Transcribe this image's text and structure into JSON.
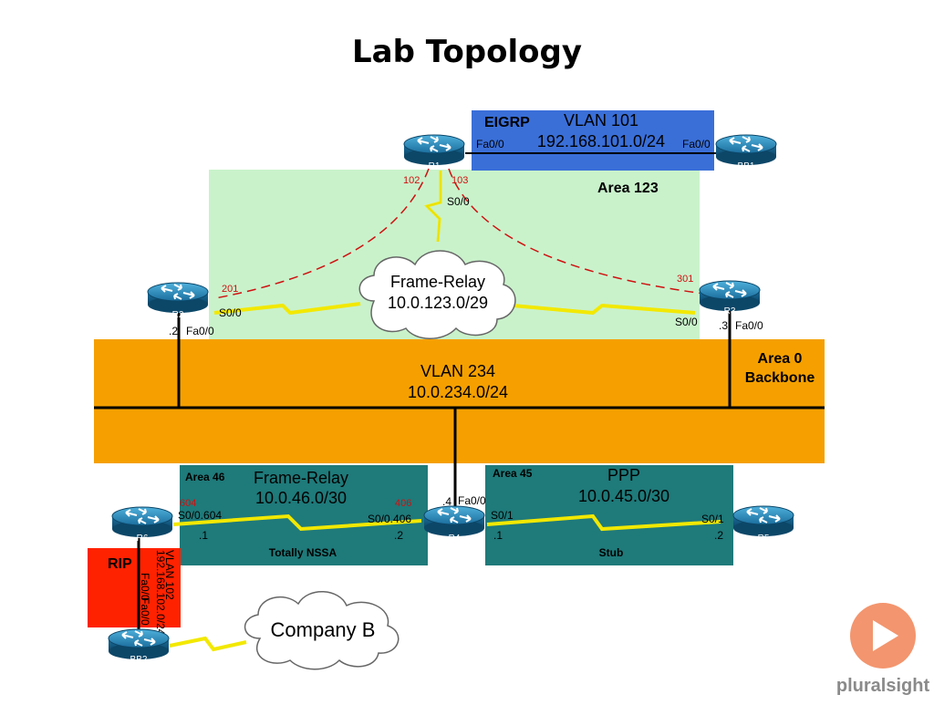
{
  "title": "Lab Topology",
  "colors": {
    "eigrp": "#3a6fd8",
    "area123": "#c9f2cb",
    "backbone": "#f5a000",
    "area46": "#1f7a7a",
    "area45": "#1f7a7a",
    "rip": "#ff2200",
    "dlci": "#d01010",
    "serial": "#f2e800"
  },
  "eigrp": {
    "label": "EIGRP",
    "vlan": "VLAN 101",
    "subnet": "192.168.101.0/24",
    "r1_if": "Fa0/0",
    "bb1_if": "Fa0/0"
  },
  "area123": {
    "label": "Area 123"
  },
  "frame_relay_main": {
    "line1": "Frame-Relay",
    "line2": "10.0.123.0/29"
  },
  "r1": {
    "name": "R1",
    "dlci_left": "102",
    "dlci_right": "103",
    "serial": "S0/0"
  },
  "bb1": {
    "name": "BB1"
  },
  "r2": {
    "name": "R2",
    "dlci": "201",
    "serial": "S0/0",
    "host": ".2",
    "fa": "Fa0/0"
  },
  "r3": {
    "name": "R3",
    "dlci": "301",
    "serial": "S0/0",
    "host": ".3",
    "fa": "Fa0/0"
  },
  "backbone": {
    "area": "Area 0",
    "label": "Backbone",
    "vlan": "VLAN 234",
    "subnet": "10.0.234.0/24"
  },
  "area46": {
    "label": "Area 46",
    "line1": "Frame-Relay",
    "line2": "10.0.46.0/30",
    "type": "Totally NSSA",
    "r6_if": "S0/0.604",
    "r4_if": "S0/0.406",
    "r6_host": ".1",
    "r4_host": ".2",
    "dlci_r6": "604",
    "dlci_r4": "406"
  },
  "area45": {
    "label": "Area 45",
    "line1": "PPP",
    "line2": "10.0.45.0/30",
    "type": "Stub",
    "r4_if": "S0/1",
    "r5_if": "S0/1",
    "r4_host": ".1",
    "r5_host": ".2"
  },
  "r4": {
    "name": "R4",
    "host": ".4",
    "fa": "Fa0/0"
  },
  "r5": {
    "name": "R5"
  },
  "r6": {
    "name": "R6",
    "fa": "Fa0/0"
  },
  "bb2": {
    "name": "BB2",
    "fa": "Fa0/0"
  },
  "rip": {
    "label": "RIP",
    "vlan": "VLAN 102",
    "subnet": "192.168.102.0/24"
  },
  "company_b": {
    "label": "Company B"
  },
  "brand": {
    "label": "pluralsight"
  }
}
